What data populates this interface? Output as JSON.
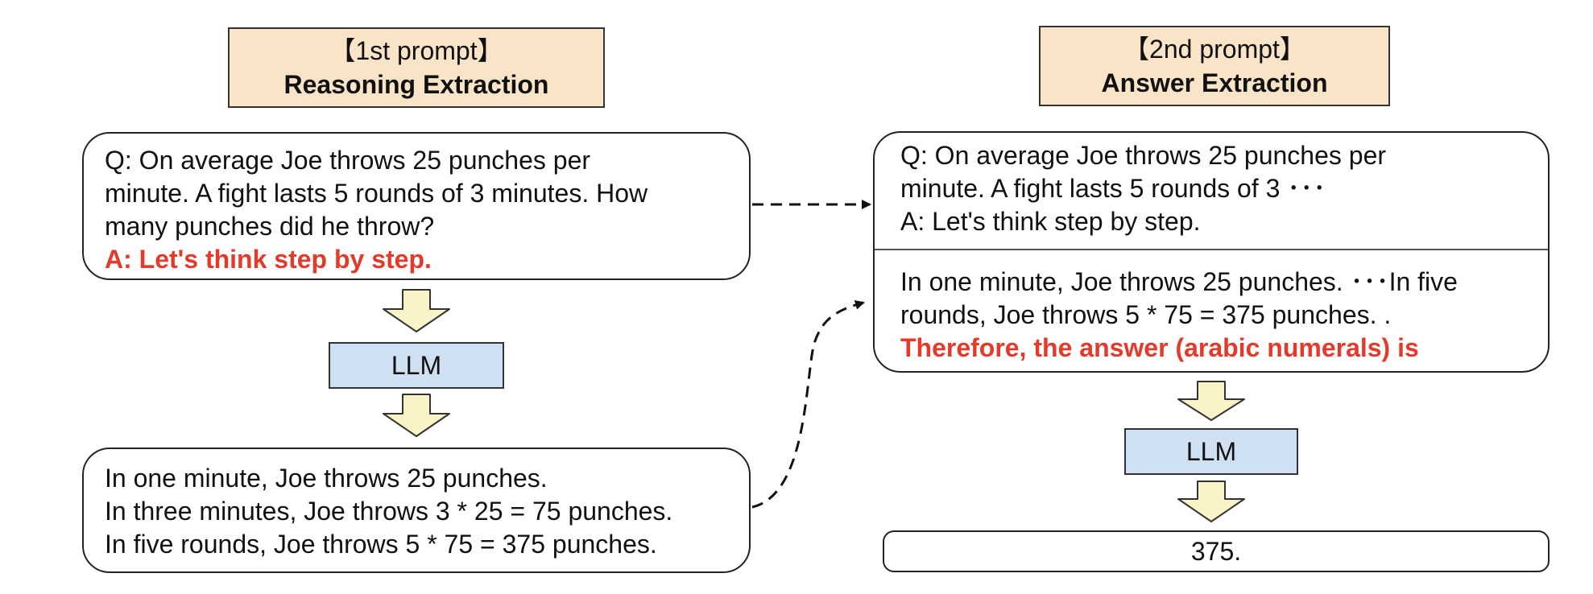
{
  "left": {
    "header": {
      "bracket": "【1st prompt】",
      "title": "Reasoning Extraction"
    },
    "question": {
      "lines": [
        "Q: On average Joe throws 25 punches per",
        "minute.  A fight lasts 5 rounds of 3 minutes.  How",
        "many punches did he throw?"
      ],
      "trigger": "A: Let's think step by step."
    },
    "llm_label": "LLM",
    "output": {
      "lines": [
        "In one minute, Joe throws 25 punches.",
        "In three minutes, Joe throws 3 * 25 = 75 punches.",
        "In five rounds, Joe throws 5 * 75 = 375 punches."
      ]
    }
  },
  "right": {
    "header": {
      "bracket": "【2nd prompt】",
      "title": "Answer Extraction"
    },
    "prompt_top": {
      "lines": [
        "Q: On average Joe throws 25 punches per",
        "minute.  A fight lasts 5 rounds of 3 ･･･",
        "A: Let's think step by step."
      ]
    },
    "prompt_bottom": {
      "lines": [
        "In one minute, Joe throws 25 punches. ･･･In five",
        "rounds, Joe throws 5 * 75 = 375 punches. ."
      ],
      "trigger": "Therefore, the answer (arabic numerals) is"
    },
    "llm_label": "LLM",
    "answer": "375."
  },
  "colors": {
    "header_fill": "#f9e4c8",
    "llm_fill": "#cfe0f3",
    "arrow_fill": "#fbf3c8",
    "trigger_text": "#e43a2c"
  }
}
